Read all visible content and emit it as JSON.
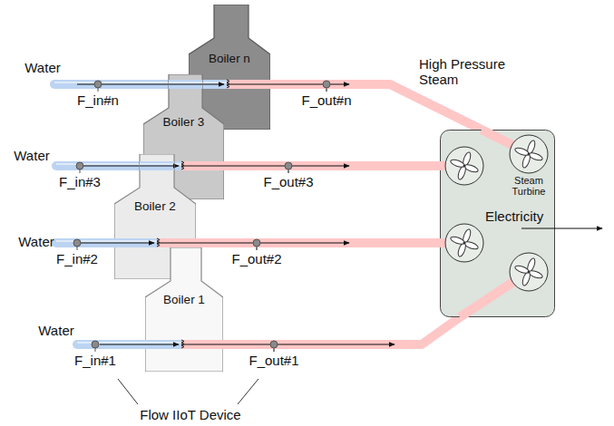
{
  "diagram": {
    "nodes": [
      {
        "text": [
          "Boiler n"
        ]
      },
      {
        "text": [
          "Boiler 3"
        ]
      },
      {
        "text": [
          "Boiler 2"
        ]
      },
      {
        "text": [
          "Boiler 1"
        ]
      },
      {
        "text": [
          "Steam Turbine",
          "Electricity"
        ]
      }
    ],
    "edges": [
      {
        "from": 0,
        "to": 4,
        "arrow": "to"
      },
      {
        "from": 1,
        "to": 4,
        "arrow": "to"
      },
      {
        "from": 2,
        "to": 4,
        "arrow": "to"
      },
      {
        "from": 3,
        "to": 4,
        "arrow": "to"
      }
    ],
    "labels": [
      "Water",
      "F_in#n",
      "F_out#n",
      "High Pressure Steam",
      "Water",
      "F_in#3",
      "F_out#3",
      "Water",
      "F_in#2",
      "F_out#2",
      "Water",
      "F_in#1",
      "F_out#1",
      "Flow IIoT Device"
    ]
  }
}
